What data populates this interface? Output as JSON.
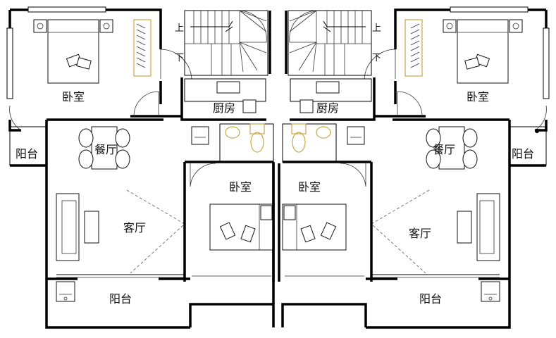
{
  "rooms": {
    "bedroom_top_left": "卧室",
    "bedroom_top_right": "卧室",
    "bedroom_center_left": "卧室",
    "bedroom_center_right": "卧室",
    "kitchen_left": "厨房",
    "kitchen_right": "厨房",
    "dining_left": "餐厅",
    "dining_right": "餐厅",
    "living_left": "客厅",
    "living_right": "客厅",
    "balcony_side_left": "阳台",
    "balcony_side_right": "阳台",
    "balcony_bottom_left": "阳台",
    "balcony_bottom_right": "阳台"
  },
  "stairs": {
    "up_left": "上",
    "down_left": "下",
    "up_right": "上",
    "down_right": "下"
  }
}
